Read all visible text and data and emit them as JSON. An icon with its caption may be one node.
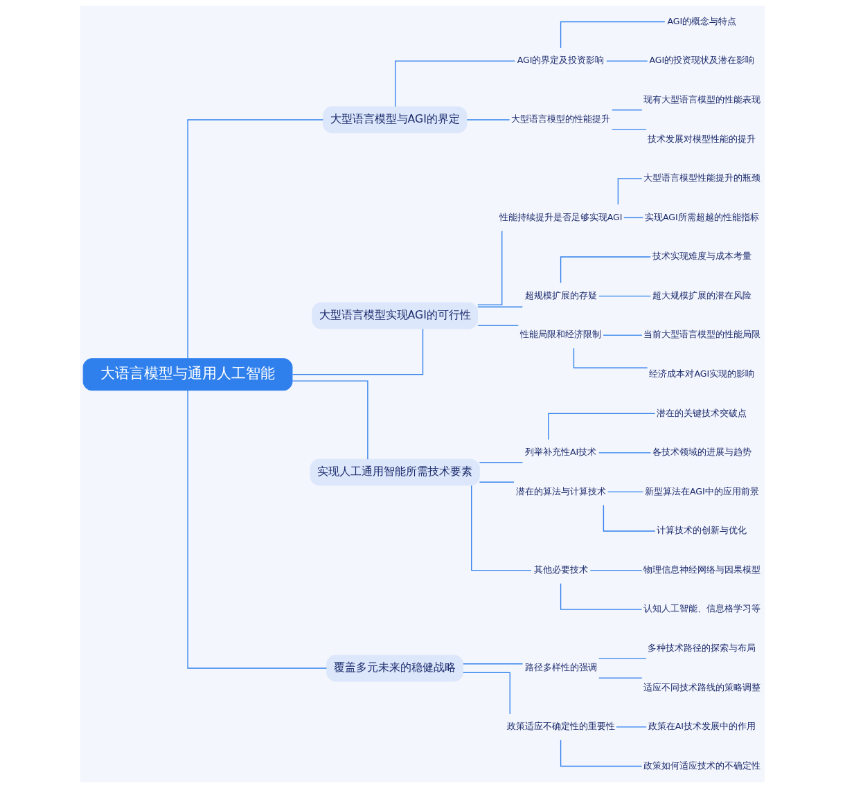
{
  "diagram": {
    "nodes": [
      {
        "text": [
          "大语言模型与通用人工智能"
        ]
      },
      {
        "text": [
          "大型语言模型与AGI的界定"
        ]
      },
      {
        "text": [
          "AGI的界定及投资影响"
        ]
      },
      {
        "text": [
          "AGI的概念与特点"
        ]
      },
      {
        "text": [
          "AGI的投资现状及潜在影响"
        ]
      },
      {
        "text": [
          "大型语言模型的性能提升"
        ]
      },
      {
        "text": [
          "现有大型语言模型的性能表现"
        ]
      },
      {
        "text": [
          "技术发展对模型性能的提升"
        ]
      },
      {
        "text": [
          "大型语言模型实现AGI的可行性"
        ]
      },
      {
        "text": [
          "性能持续提升是否足够实现AGI"
        ]
      },
      {
        "text": [
          "大型语言模型性能提升的瓶颈"
        ]
      },
      {
        "text": [
          "实现AGI所需超越的性能指标"
        ]
      },
      {
        "text": [
          "超规模扩展的存疑"
        ]
      },
      {
        "text": [
          "技术实现难度与成本考量"
        ]
      },
      {
        "text": [
          "超大规模扩展的潜在风险"
        ]
      },
      {
        "text": [
          "性能局限和经济限制"
        ]
      },
      {
        "text": [
          "当前大型语言模型的性能局限"
        ]
      },
      {
        "text": [
          "经济成本对AGI实现的影响"
        ]
      },
      {
        "text": [
          "实现人工通用智能所需技术要素"
        ]
      },
      {
        "text": [
          "列举补充性AI技术"
        ]
      },
      {
        "text": [
          "潜在的关键技术突破点"
        ]
      },
      {
        "text": [
          "各技术领域的进展与趋势"
        ]
      },
      {
        "text": [
          "潜在的算法与计算技术"
        ]
      },
      {
        "text": [
          "新型算法在AGI中的应用前景"
        ]
      },
      {
        "text": [
          "计算技术的创新与优化"
        ]
      },
      {
        "text": [
          "其他必要技术"
        ]
      },
      {
        "text": [
          "物理信息神经网络与因果模型"
        ]
      },
      {
        "text": [
          "认知人工智能、信息格学习等"
        ]
      },
      {
        "text": [
          "覆盖多元未来的稳健战略"
        ]
      },
      {
        "text": [
          "路径多样性的强调"
        ]
      },
      {
        "text": [
          "多种技术路径的探索与布局"
        ]
      },
      {
        "text": [
          "适应不同技术路线的策略调整"
        ]
      },
      {
        "text": [
          "政策适应不确定性的重要性"
        ]
      },
      {
        "text": [
          "政策在AI技术发展中的作用"
        ]
      },
      {
        "text": [
          "政策如何适应技术的不确定性"
        ]
      }
    ],
    "edges": [
      {
        "from": 0,
        "to": 1,
        "arrow": "none"
      },
      {
        "from": 1,
        "to": 2,
        "arrow": "none"
      },
      {
        "from": 2,
        "to": 3,
        "arrow": "none"
      },
      {
        "from": 2,
        "to": 4,
        "arrow": "none"
      },
      {
        "from": 1,
        "to": 5,
        "arrow": "none"
      },
      {
        "from": 5,
        "to": 6,
        "arrow": "none"
      },
      {
        "from": 5,
        "to": 7,
        "arrow": "none"
      },
      {
        "from": 0,
        "to": 8,
        "arrow": "none"
      },
      {
        "from": 8,
        "to": 9,
        "arrow": "none"
      },
      {
        "from": 9,
        "to": 10,
        "arrow": "none"
      },
      {
        "from": 9,
        "to": 11,
        "arrow": "none"
      },
      {
        "from": 8,
        "to": 12,
        "arrow": "none"
      },
      {
        "from": 12,
        "to": 13,
        "arrow": "none"
      },
      {
        "from": 12,
        "to": 14,
        "arrow": "none"
      },
      {
        "from": 8,
        "to": 15,
        "arrow": "none"
      },
      {
        "from": 15,
        "to": 16,
        "arrow": "none"
      },
      {
        "from": 15,
        "to": 17,
        "arrow": "none"
      },
      {
        "from": 0,
        "to": 18,
        "arrow": "none"
      },
      {
        "from": 18,
        "to": 19,
        "arrow": "none"
      },
      {
        "from": 19,
        "to": 20,
        "arrow": "none"
      },
      {
        "from": 19,
        "to": 21,
        "arrow": "none"
      },
      {
        "from": 18,
        "to": 22,
        "arrow": "none"
      },
      {
        "from": 22,
        "to": 23,
        "arrow": "none"
      },
      {
        "from": 22,
        "to": 24,
        "arrow": "none"
      },
      {
        "from": 18,
        "to": 25,
        "arrow": "none"
      },
      {
        "from": 25,
        "to": 26,
        "arrow": "none"
      },
      {
        "from": 25,
        "to": 27,
        "arrow": "none"
      },
      {
        "from": 0,
        "to": 28,
        "arrow": "none"
      },
      {
        "from": 28,
        "to": 29,
        "arrow": "none"
      },
      {
        "from": 29,
        "to": 30,
        "arrow": "none"
      },
      {
        "from": 29,
        "to": 31,
        "arrow": "none"
      },
      {
        "from": 28,
        "to": 32,
        "arrow": "none"
      },
      {
        "from": 32,
        "to": 33,
        "arrow": "none"
      },
      {
        "from": 32,
        "to": 34,
        "arrow": "none"
      }
    ]
  }
}
